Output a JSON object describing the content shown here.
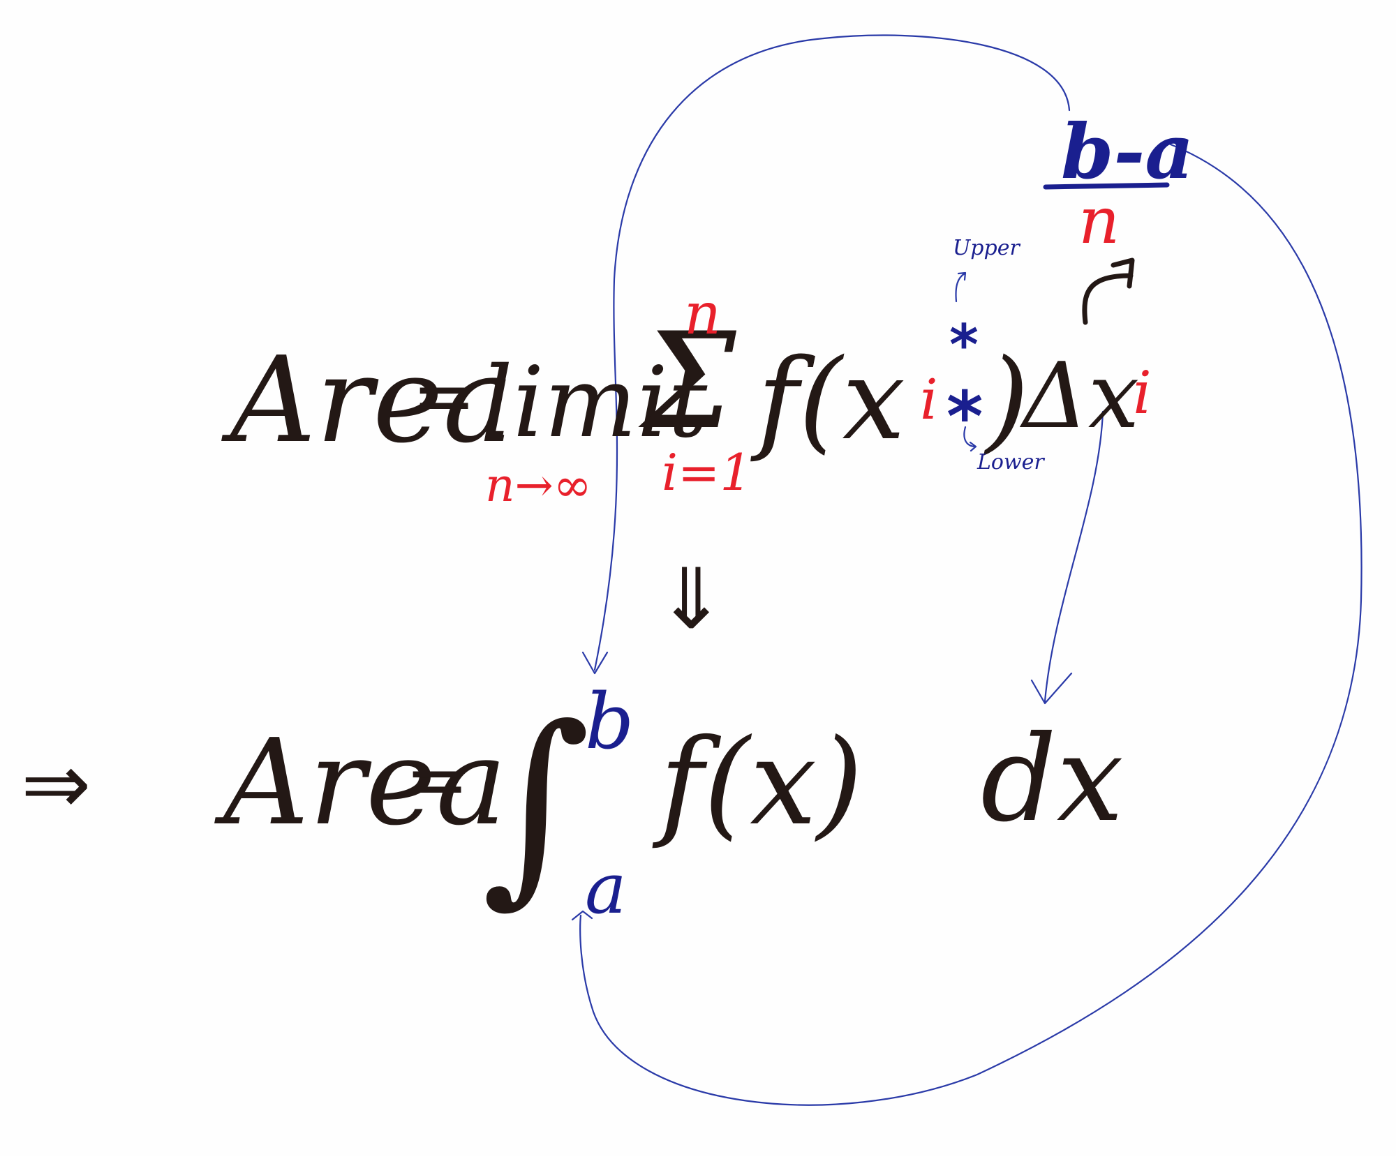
{
  "top_equation": {
    "area_label": "Area",
    "equals": "=",
    "limit_word": "limit",
    "limit_subscript": "n→∞",
    "sigma": "Σ",
    "sigma_upper": "n",
    "sigma_lower": "i=1",
    "function_open": "f(x",
    "x_subscript": "i",
    "star_upper": "*",
    "star_lower": "*",
    "close_paren": ")",
    "delta_x": "Δx",
    "delta_x_subscript": "i"
  },
  "delta_fraction": {
    "numerator": "b-a",
    "denominator": "n"
  },
  "annotations": {
    "upper_note": "Upper",
    "lower_note": "Lower"
  },
  "transition_arrow": "⇓",
  "implies_arrow": "⇒",
  "bottom_equation": {
    "area_label": "Area",
    "equals": "=",
    "integral_sign": "∫",
    "upper_limit": "b",
    "lower_limit": "a",
    "integrand": "f(x)",
    "differential": "dx"
  },
  "colors": {
    "black_ink": "#231815",
    "blue_ink": "#1a1f8f",
    "red_ink": "#e8202b",
    "arrow_blue": "#2a3aa8"
  }
}
